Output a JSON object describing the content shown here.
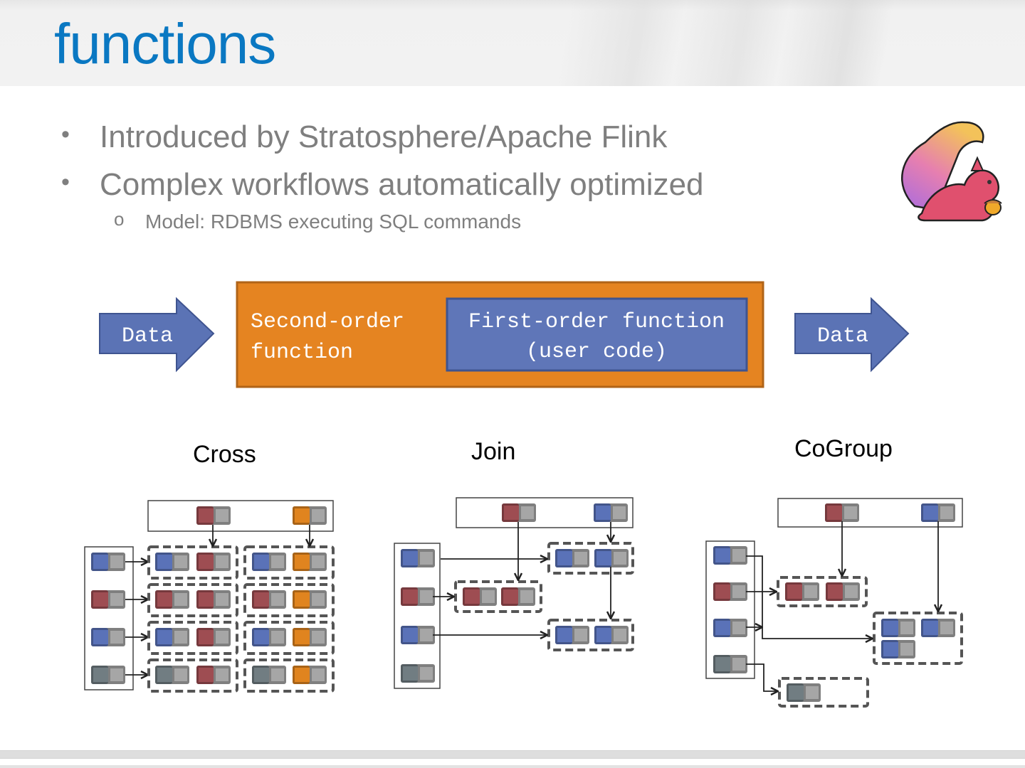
{
  "slide": {
    "title": "functions",
    "bullets": [
      {
        "text": "Introduced by Stratosphere/Apache Flink",
        "level": 1,
        "marker": "•"
      },
      {
        "text": "Complex workflows automatically optimized",
        "level": 1,
        "marker": "•"
      },
      {
        "text": "Model: RDBMS executing SQL commands",
        "level": 2,
        "marker": "o"
      }
    ],
    "logo": "apache-flink-squirrel-logo"
  },
  "flow": {
    "input_label": "Data",
    "output_label": "Data",
    "outer_line1": "Second-order",
    "outer_line2": "function",
    "inner_line1": "First-order function",
    "inner_line2": "(user code)",
    "colors": {
      "arrow": "#5b73b5",
      "outer": "#e58421",
      "inner": "#5f76b8",
      "text": "#ffffff"
    }
  },
  "diagrams": {
    "captions": [
      "Cross",
      "Join",
      "CoGroup"
    ],
    "colors": {
      "blue": "#5a72b8",
      "red": "#9e4d52",
      "orange": "#e0841f",
      "gray": "#717d82",
      "value": "#a6a6a6"
    }
  }
}
